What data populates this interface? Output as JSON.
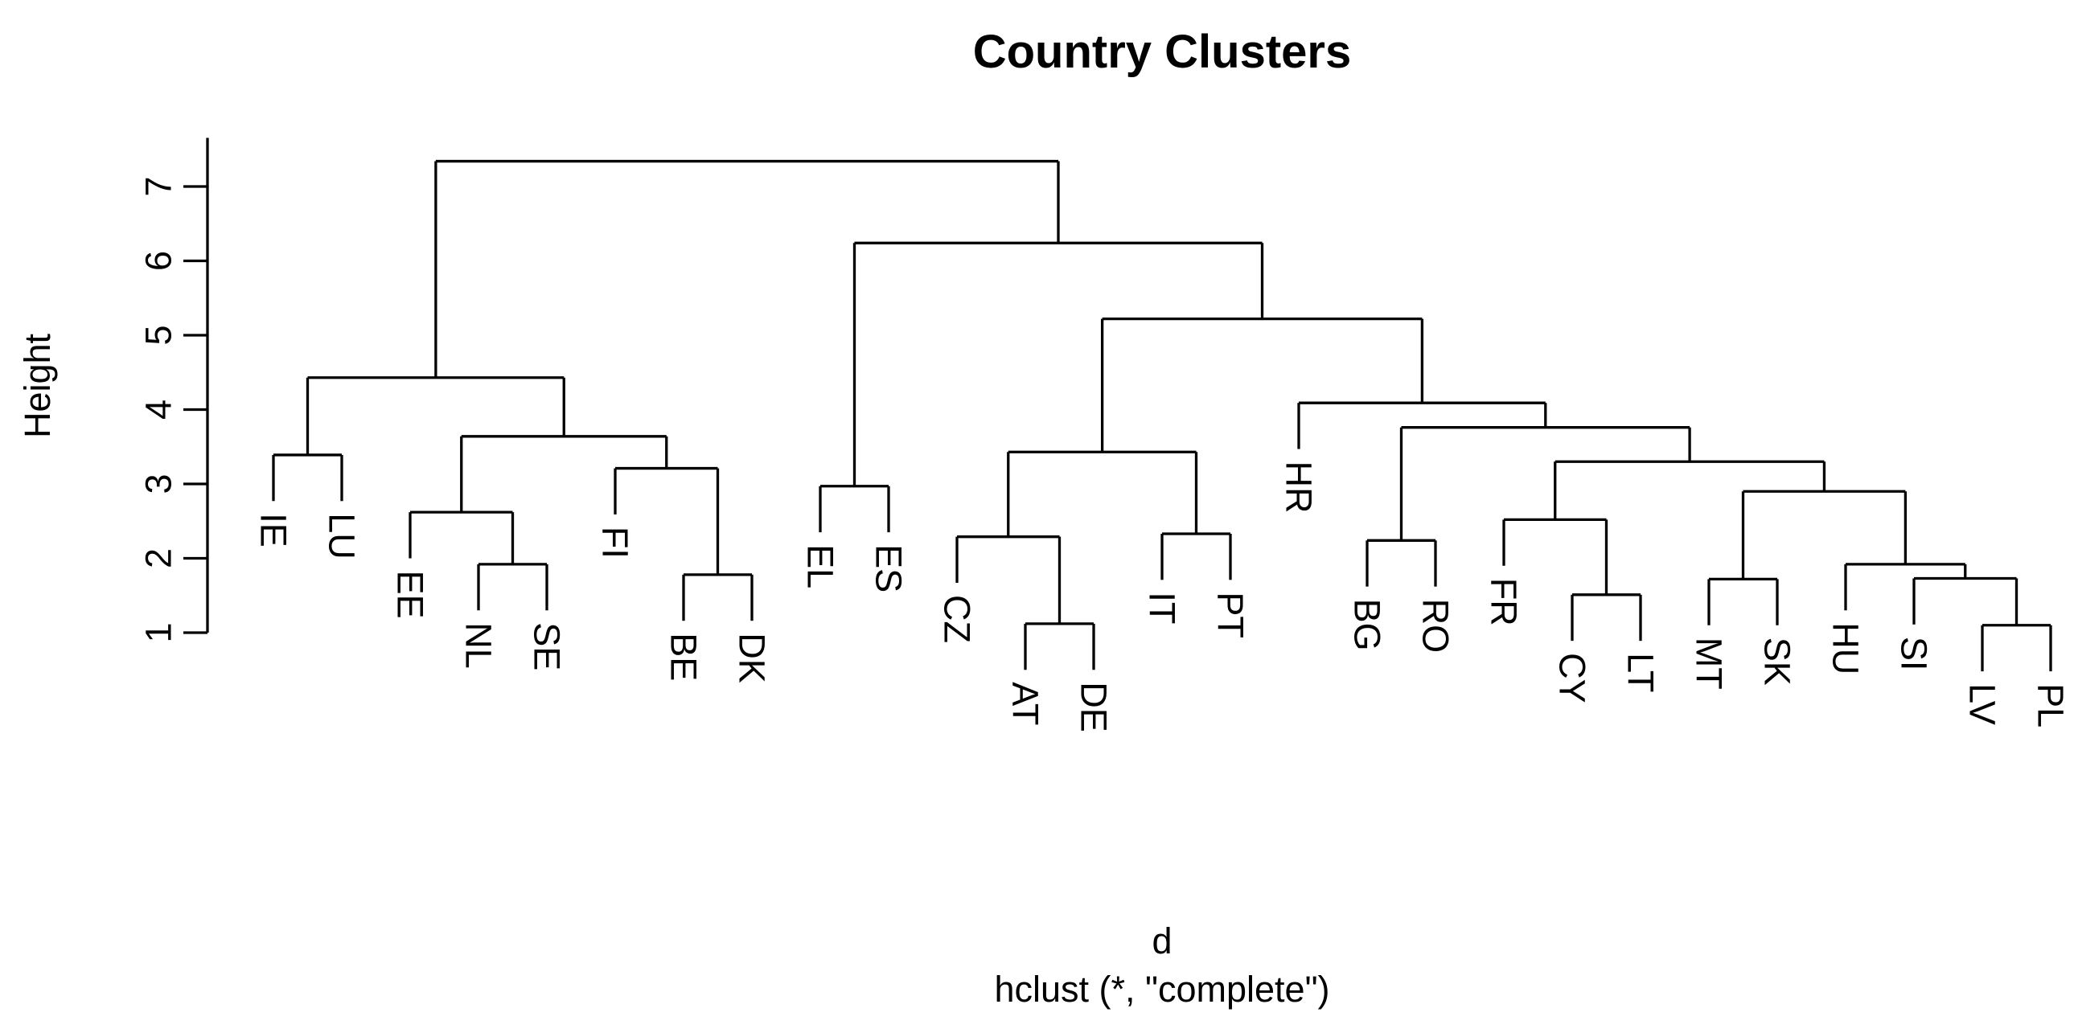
{
  "chart_data": {
    "type": "dendrogram",
    "title": "Country Clusters",
    "ylabel": "Height",
    "xlabel": "d",
    "sub": "hclust (*, \"complete\")",
    "line_color": "#000000",
    "background": "#ffffff",
    "y_ticks": [
      1,
      2,
      3,
      4,
      5,
      6,
      7
    ],
    "y_range": [
      1,
      7.65
    ],
    "grid": false,
    "hang": 0.62,
    "leaf_order": [
      "IE",
      "LU",
      "EE",
      "NL",
      "SE",
      "FI",
      "BE",
      "DK",
      "EL",
      "ES",
      "CZ",
      "AT",
      "DE",
      "IT",
      "PT",
      "HR",
      "BG",
      "RO",
      "FR",
      "CY",
      "LT",
      "MT",
      "SK",
      "HU",
      "SI",
      "LV",
      "PL"
    ],
    "tree": {
      "h": 7.34,
      "c": [
        {
          "h": 4.43,
          "c": [
            {
              "h": 3.39,
              "c": [
                {
                  "leaf": "IE"
                },
                {
                  "leaf": "LU"
                }
              ]
            },
            {
              "h": 3.64,
              "c": [
                {
                  "h": 2.62,
                  "c": [
                    {
                      "leaf": "EE"
                    },
                    {
                      "h": 1.92,
                      "c": [
                        {
                          "leaf": "NL"
                        },
                        {
                          "leaf": "SE"
                        }
                      ]
                    }
                  ]
                },
                {
                  "h": 3.21,
                  "c": [
                    {
                      "leaf": "FI"
                    },
                    {
                      "h": 1.78,
                      "c": [
                        {
                          "leaf": "BE"
                        },
                        {
                          "leaf": "DK"
                        }
                      ]
                    }
                  ]
                }
              ]
            }
          ]
        },
        {
          "h": 6.24,
          "c": [
            {
              "h": 2.97,
              "c": [
                {
                  "leaf": "EL"
                },
                {
                  "leaf": "ES"
                }
              ]
            },
            {
              "h": 5.22,
              "c": [
                {
                  "h": 3.43,
                  "c": [
                    {
                      "h": 2.29,
                      "c": [
                        {
                          "leaf": "CZ"
                        },
                        {
                          "h": 1.12,
                          "c": [
                            {
                              "leaf": "AT"
                            },
                            {
                              "leaf": "DE"
                            }
                          ]
                        }
                      ]
                    },
                    {
                      "h": 2.33,
                      "c": [
                        {
                          "leaf": "IT"
                        },
                        {
                          "leaf": "PT"
                        }
                      ]
                    }
                  ]
                },
                {
                  "h": 4.09,
                  "c": [
                    {
                      "leaf": "HR"
                    },
                    {
                      "h": 3.76,
                      "c": [
                        {
                          "h": 2.24,
                          "c": [
                            {
                              "leaf": "BG"
                            },
                            {
                              "leaf": "RO"
                            }
                          ]
                        },
                        {
                          "h": 3.3,
                          "c": [
                            {
                              "h": 2.52,
                              "c": [
                                {
                                  "leaf": "FR"
                                },
                                {
                                  "h": 1.51,
                                  "c": [
                                    {
                                      "leaf": "CY"
                                    },
                                    {
                                      "leaf": "LT"
                                    }
                                  ]
                                }
                              ]
                            },
                            {
                              "h": 2.9,
                              "c": [
                                {
                                  "h": 1.72,
                                  "c": [
                                    {
                                      "leaf": "MT"
                                    },
                                    {
                                      "leaf": "SK"
                                    }
                                  ]
                                },
                                {
                                  "h": 1.92,
                                  "c": [
                                    {
                                      "leaf": "HU"
                                    },
                                    {
                                      "h": 1.73,
                                      "c": [
                                        {
                                          "leaf": "SI"
                                        },
                                        {
                                          "h": 1.1,
                                          "c": [
                                            {
                                              "leaf": "LV"
                                            },
                                            {
                                              "leaf": "PL"
                                            }
                                          ]
                                        }
                                      ]
                                    }
                                  ]
                                }
                              ]
                            }
                          ]
                        }
                      ]
                    }
                  ]
                }
              ]
            }
          ]
        }
      ]
    }
  }
}
